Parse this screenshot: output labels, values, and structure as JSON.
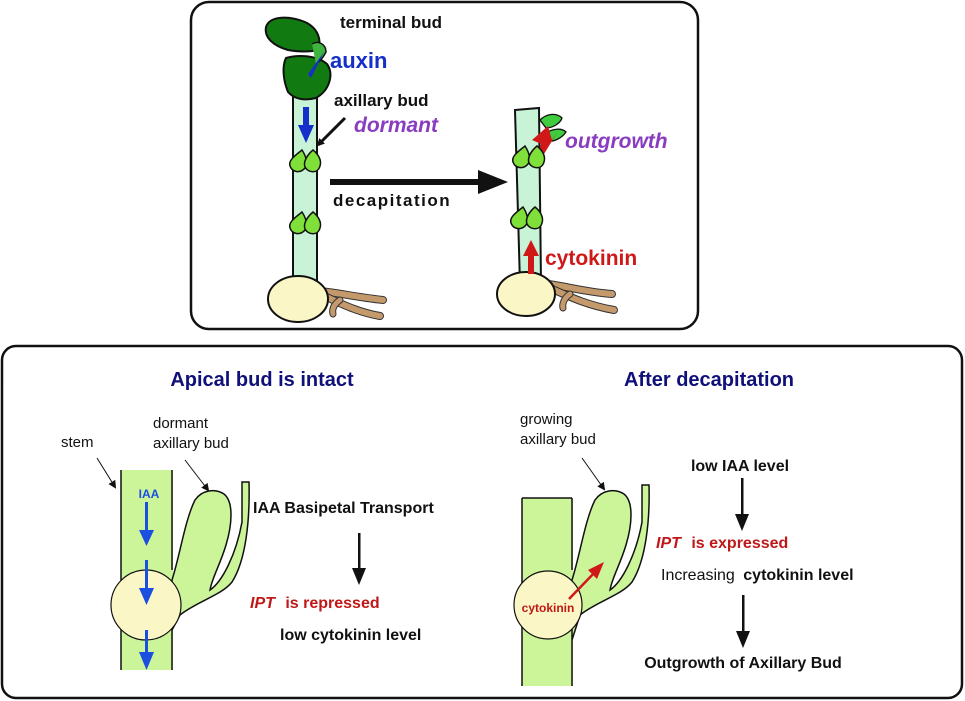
{
  "colors": {
    "panel_border": "#111111",
    "title_navy": "#10107a",
    "auxin_blue": "#1530c8",
    "iaa_blue": "#1a4fe0",
    "purple": "#8a3cc0",
    "red": "#d01818",
    "dark_red": "#c01818",
    "dark_green": "#117a11",
    "bright_green": "#7fe03a",
    "stem_mint": "#c9f3d6",
    "tissue_green": "#ccf59a",
    "seed_cream": "#fbf6c6",
    "root_brown": "#c49a6c"
  },
  "top_panel": {
    "label_terminal_bud": "terminal bud",
    "label_auxin": "auxin",
    "label_axillary_bud": "axillary bud",
    "label_dormant": "dormant",
    "label_decapitation": "decapitation",
    "label_outgrowth": "outgrowth",
    "label_cytokinin": "cytokinin"
  },
  "left_panel": {
    "title": "Apical bud is intact",
    "label_stem": "stem",
    "label_bud_line1": "dormant",
    "label_bud_line2": "axillary bud",
    "label_iaa": "IAA",
    "flow": {
      "step1": "IAA Basipetal Transport",
      "step2_gene": "IPT",
      "step2_rest": "is repressed",
      "step3": "low cytokinin level"
    }
  },
  "right_panel": {
    "title": "After decapitation",
    "label_bud_line1": "growing",
    "label_bud_line2": "axillary bud",
    "label_cytokinin": "cytokinin",
    "flow": {
      "step1": "low IAA level",
      "step2_gene": "IPT",
      "step2_rest": "is expressed",
      "step3_normal": "Increasing",
      "step3_bold": "cytokinin level",
      "step4": "Outgrowth of Axillary Bud"
    }
  }
}
